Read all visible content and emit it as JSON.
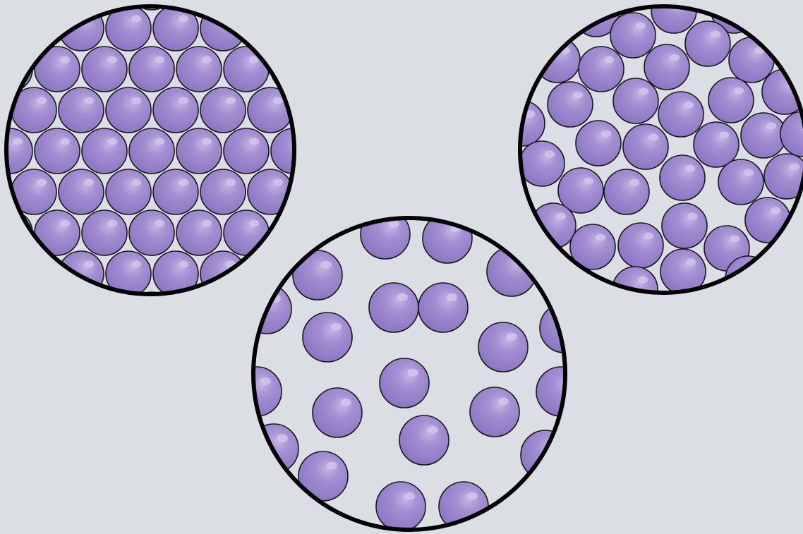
{
  "diagram": {
    "description_visible_text": "",
    "colors": {
      "background": "#dbdee3",
      "particle_fill": "#9b86cd",
      "particle_shade": "#8a74c2",
      "particle_highlight": "#b4a3db",
      "particle_outline": "#1a1a1a",
      "panel_fill": "#dbdee3",
      "panel_border": "#000000"
    },
    "panels": [
      {
        "state": "solid",
        "arrangement": "close-packed-lattice"
      },
      {
        "state": "gas",
        "arrangement": "widely-spaced-random"
      },
      {
        "state": "liquid",
        "arrangement": "close-random"
      }
    ]
  }
}
